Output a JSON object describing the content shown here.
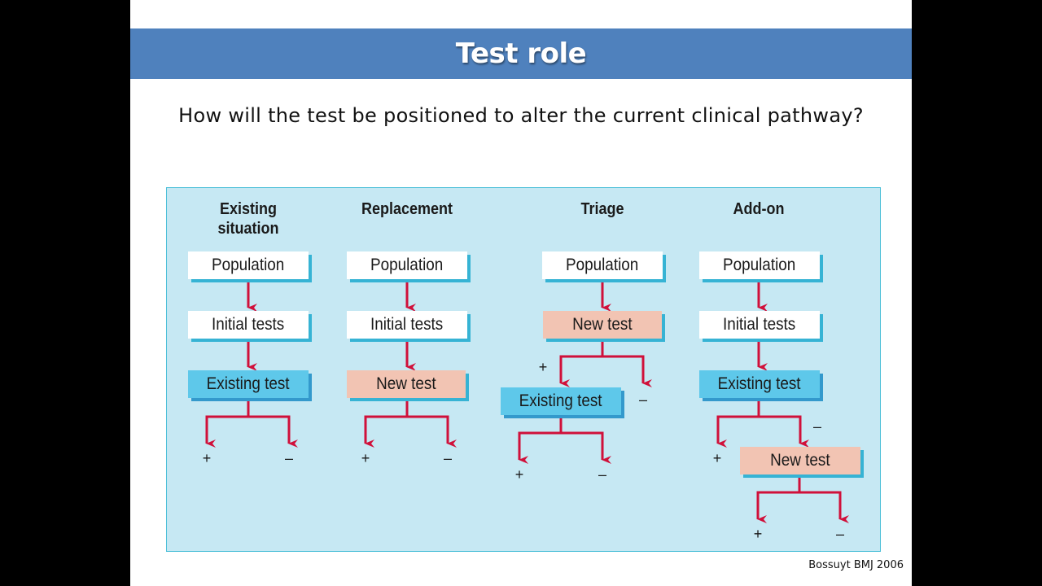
{
  "slide": {
    "title": "Test role",
    "question": "How will the test be positioned to alter the current clinical pathway?",
    "citation": "Bossuyt BMJ 2006"
  },
  "diagram": {
    "colors": {
      "panel": "#c6e8f3",
      "arrow": "#d0103a",
      "existing_test": "#5ec8ea",
      "new_test": "#f2c4b3"
    },
    "columns": [
      {
        "heading_line1": "Existing",
        "heading_line2": "situation",
        "population": "Population",
        "initial": "Initial tests",
        "test": "Existing test",
        "plus": "+",
        "minus": "–"
      },
      {
        "heading": "Replacement",
        "population": "Population",
        "initial": "Initial tests",
        "test": "New test",
        "plus": "+",
        "minus": "–"
      },
      {
        "heading": "Triage",
        "population": "Population",
        "new_test": "New test",
        "plus_top": "+",
        "minus_top": "–",
        "existing_test": "Existing test",
        "plus": "+",
        "minus": "–"
      },
      {
        "heading": "Add-on",
        "population": "Population",
        "initial": "Initial tests",
        "existing_test": "Existing test",
        "plus_top": "+",
        "minus_top": "–",
        "new_test": "New test",
        "plus": "+",
        "minus": "–"
      }
    ]
  }
}
